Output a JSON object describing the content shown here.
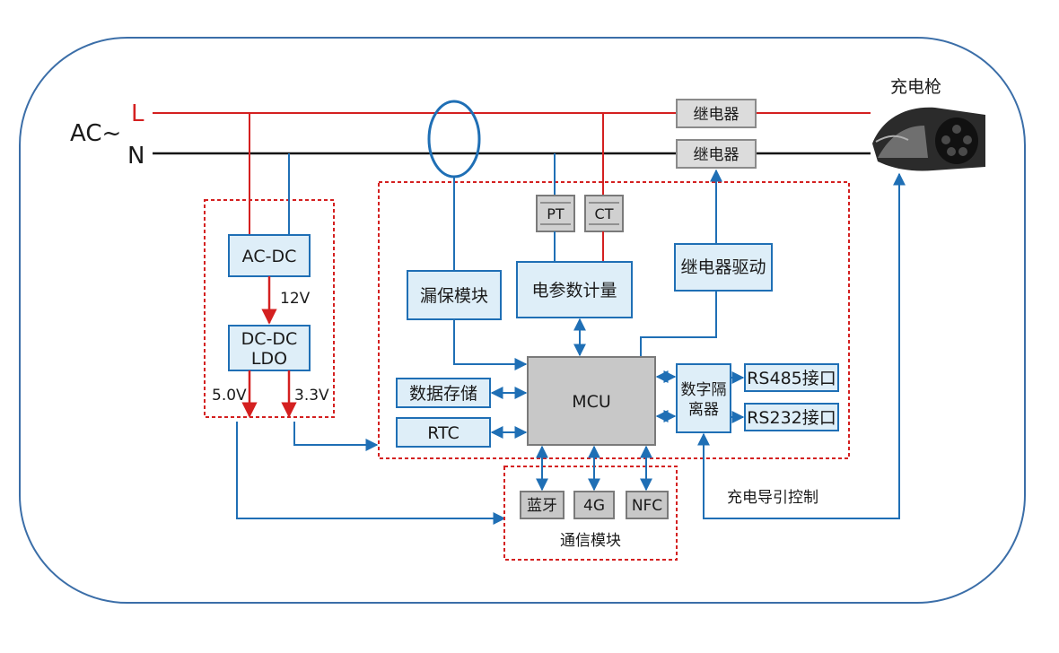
{
  "ac_source": {
    "ac": "AC~",
    "l": "L",
    "n": "N"
  },
  "relays": {
    "top": "继电器",
    "bottom": "继电器"
  },
  "charging_gun": {
    "label": "充电枪"
  },
  "power_block": {
    "acdc": "AC-DC",
    "v12": "12V",
    "dcdc": "DC-DC",
    "ldo": "LDO",
    "v5": "5.0V",
    "v33": "3.3V"
  },
  "sensors": {
    "pt": "PT",
    "ct": "CT"
  },
  "modules": {
    "leakage": "漏保模块",
    "metering": "电参数计量",
    "relay_drive": "继电器驱动",
    "mcu": "MCU",
    "storage": "数据存储",
    "rtc": "RTC",
    "isolator_line1": "数字隔",
    "isolator_line2": "离器",
    "rs485": "RS485接口",
    "rs232": "RS232接口"
  },
  "comm": {
    "bt": "蓝牙",
    "g4": "4G",
    "nfc": "NFC",
    "title": "通信模块"
  },
  "pilot": {
    "label": "充电导引控制"
  },
  "colors": {
    "red": "#d42020",
    "black": "#111111",
    "blue": "#1f6fb5",
    "box_fill": "#deeef8",
    "gray_fill": "#c8c8c8",
    "frame": "#3b6ea8"
  }
}
